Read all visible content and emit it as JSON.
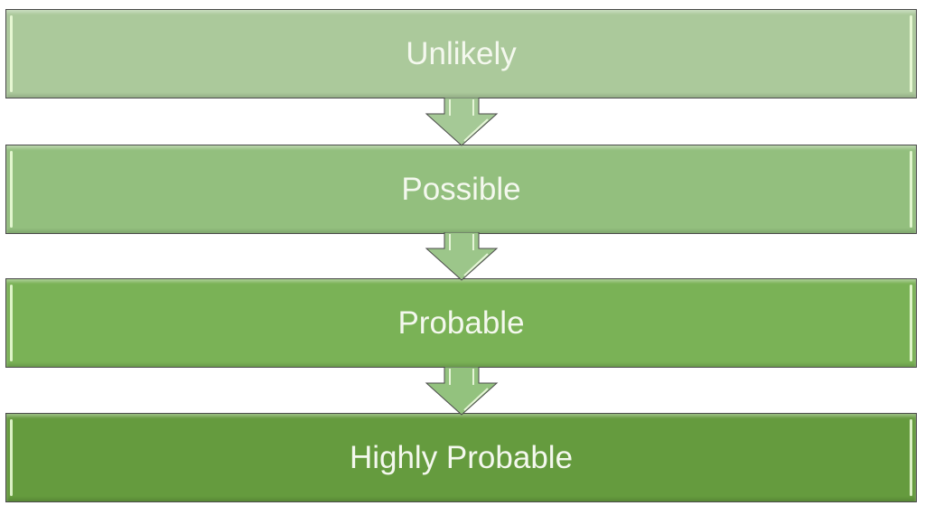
{
  "diagram": {
    "type": "vertical-process",
    "steps": [
      {
        "label": "Unlikely",
        "color": "#abc99b"
      },
      {
        "label": "Possible",
        "color": "#93bf7e"
      },
      {
        "label": "Probable",
        "color": "#7ab256"
      },
      {
        "label": "Highly Probable",
        "color": "#659b3e"
      }
    ],
    "connectors": [
      {
        "from": "Unlikely",
        "to": "Possible",
        "color": "#a5c996"
      },
      {
        "from": "Possible",
        "to": "Probable",
        "color": "#9cc68a"
      },
      {
        "from": "Probable",
        "to": "Highly Probable",
        "color": "#93c27e"
      }
    ]
  }
}
